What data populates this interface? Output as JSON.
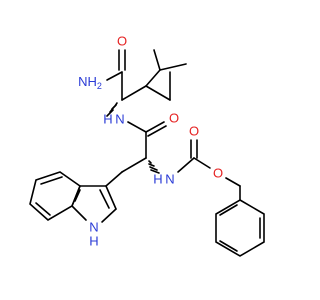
{
  "colors": {
    "background": "#ffffff",
    "bond": "#000000",
    "nitrogen": "#2a3bd6",
    "oxygen": "#e52222"
  },
  "labels": {
    "o_amide_top": "O",
    "nh2": "NH",
    "nh2_sub": "2",
    "nh_peptide": "N",
    "nh_peptide_h": "H",
    "o_peptide": "O",
    "nh_carbamate": "N",
    "nh_carbamate_h": "H",
    "o_carbamate_carbonyl": "O",
    "o_carbamate_ester": "O",
    "nh_indole": "N",
    "nh_indole_h": "H"
  }
}
